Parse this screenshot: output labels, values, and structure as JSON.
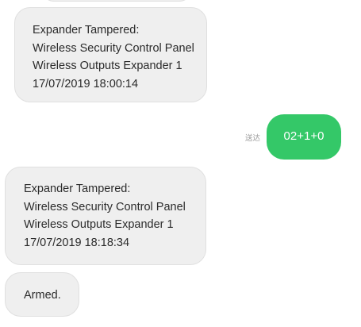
{
  "messages": [
    {
      "direction": "incoming",
      "lines": [
        "Expander Tampered:",
        "Wireless Security Control Panel",
        "Wireless Outputs Expander 1",
        "17/07/2019 18:00:14"
      ]
    },
    {
      "direction": "outgoing",
      "text": "02+1+0",
      "status": "送达"
    },
    {
      "direction": "incoming",
      "lines": [
        "Expander Tampered:",
        "Wireless Security Control Panel",
        "Wireless Outputs Expander 1",
        "17/07/2019 18:18:34"
      ]
    },
    {
      "direction": "incoming",
      "lines": [
        "Armed."
      ]
    }
  ],
  "colors": {
    "incoming_bubble": "#efefef",
    "outgoing_bubble": "#34c868",
    "text": "#2b2b2b",
    "status_text": "#9a9a9a"
  }
}
